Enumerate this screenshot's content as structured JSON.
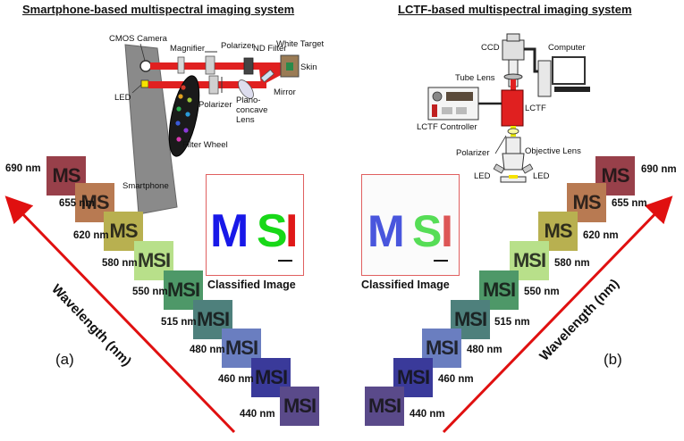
{
  "titles": {
    "left": "Smartphone-based multispectral imaging system",
    "right": "LCTF-based multispectral imaging system"
  },
  "panel_labels": {
    "a": "(a)",
    "b": "(b)"
  },
  "axis_label": "Wavelength (nm)",
  "classified_label": "Classified Image",
  "msi_text": "MSI",
  "ms_text": "MS",
  "left_setup": {
    "cmos_camera": "CMOS Camera",
    "led": "LED",
    "magnifier": "Magnifier",
    "polarizer_top": "Polarizer",
    "nd_filter": "ND Filter",
    "white_target": "White Target",
    "skin": "Skin",
    "mirror": "Mirror",
    "polarizer_bottom": "Polarizer",
    "lens_line1": "Plano-",
    "lens_line2": "concave",
    "lens_line3": "Lens",
    "filter_wheel": "Filter Wheel",
    "smartphone": "Smartphone"
  },
  "right_setup": {
    "ccd": "CCD",
    "computer": "Computer",
    "tube_lens": "Tube Lens",
    "lctf": "LCTF",
    "lctf_controller": "LCTF Controller",
    "polarizer": "Polarizer",
    "objective_lens": "Objective Lens",
    "led_left": "LED",
    "led_right": "LED"
  },
  "wavelengths": [
    "690 nm",
    "655 nm",
    "620 nm",
    "580 nm",
    "550 nm",
    "515 nm",
    "480 nm",
    "460 nm",
    "440 nm"
  ],
  "colors": {
    "tiles": [
      "#98404a",
      "#b87a52",
      "#b8b050",
      "#b8e08a",
      "#4e9868",
      "#4e807c",
      "#6a7ec0",
      "#3a3a9a",
      "#5a4a8a"
    ],
    "arrow": "#e01010",
    "msi_m": "#1818e8",
    "msi_s": "#18d818",
    "msi_i": "#e01818",
    "beam": "#e02020"
  }
}
